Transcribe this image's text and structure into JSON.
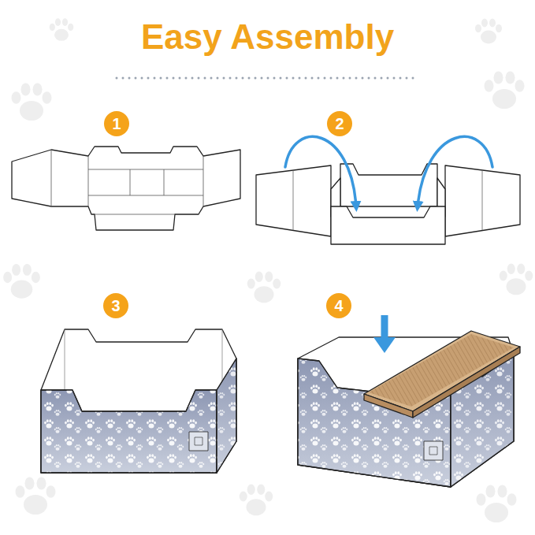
{
  "diagram": {
    "title": "Easy Assembly",
    "nodes": [
      {
        "text": [
          "1"
        ]
      },
      {
        "text": [
          "2"
        ]
      },
      {
        "text": [
          "3"
        ]
      },
      {
        "text": [
          "4"
        ]
      }
    ]
  }
}
